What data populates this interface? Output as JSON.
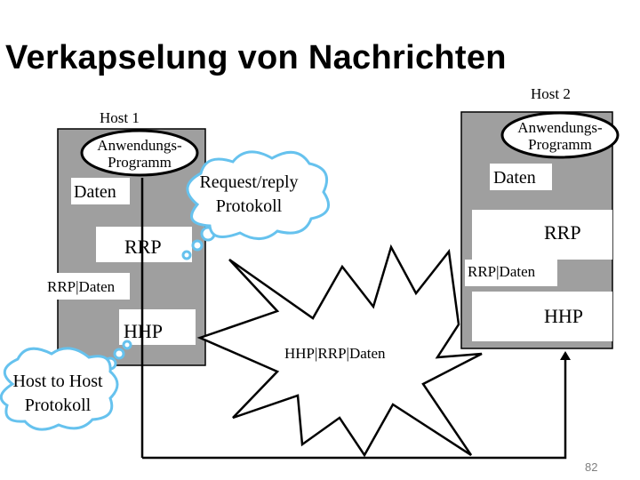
{
  "title": "Verkapselung von Nachrichten",
  "host1": {
    "label": "Host 1",
    "app_line1": "Anwendungs-",
    "app_line2": "Programm",
    "data": "Daten",
    "rrp": "RRP",
    "rrp_data": "RRP|Daten",
    "hhp": "HHP"
  },
  "host2": {
    "label": "Host 2",
    "app_line1": "Anwendungs-",
    "app_line2": "Programm",
    "data": "Daten",
    "rrp": "RRP",
    "rrp_data": "RRP|Daten",
    "hhp": "HHP"
  },
  "network_packet": "HHP|RRP|Daten",
  "callouts": {
    "request_reply_line1": "Request/reply",
    "request_reply_line2": "Protokoll",
    "host_to_host_line1": "Host to Host",
    "host_to_host_line2": "Protokoll"
  },
  "page_number": "82",
  "colors": {
    "host_box": "#9f9f9f",
    "cloud_stroke": "#66c2ee",
    "line": "#000000"
  }
}
